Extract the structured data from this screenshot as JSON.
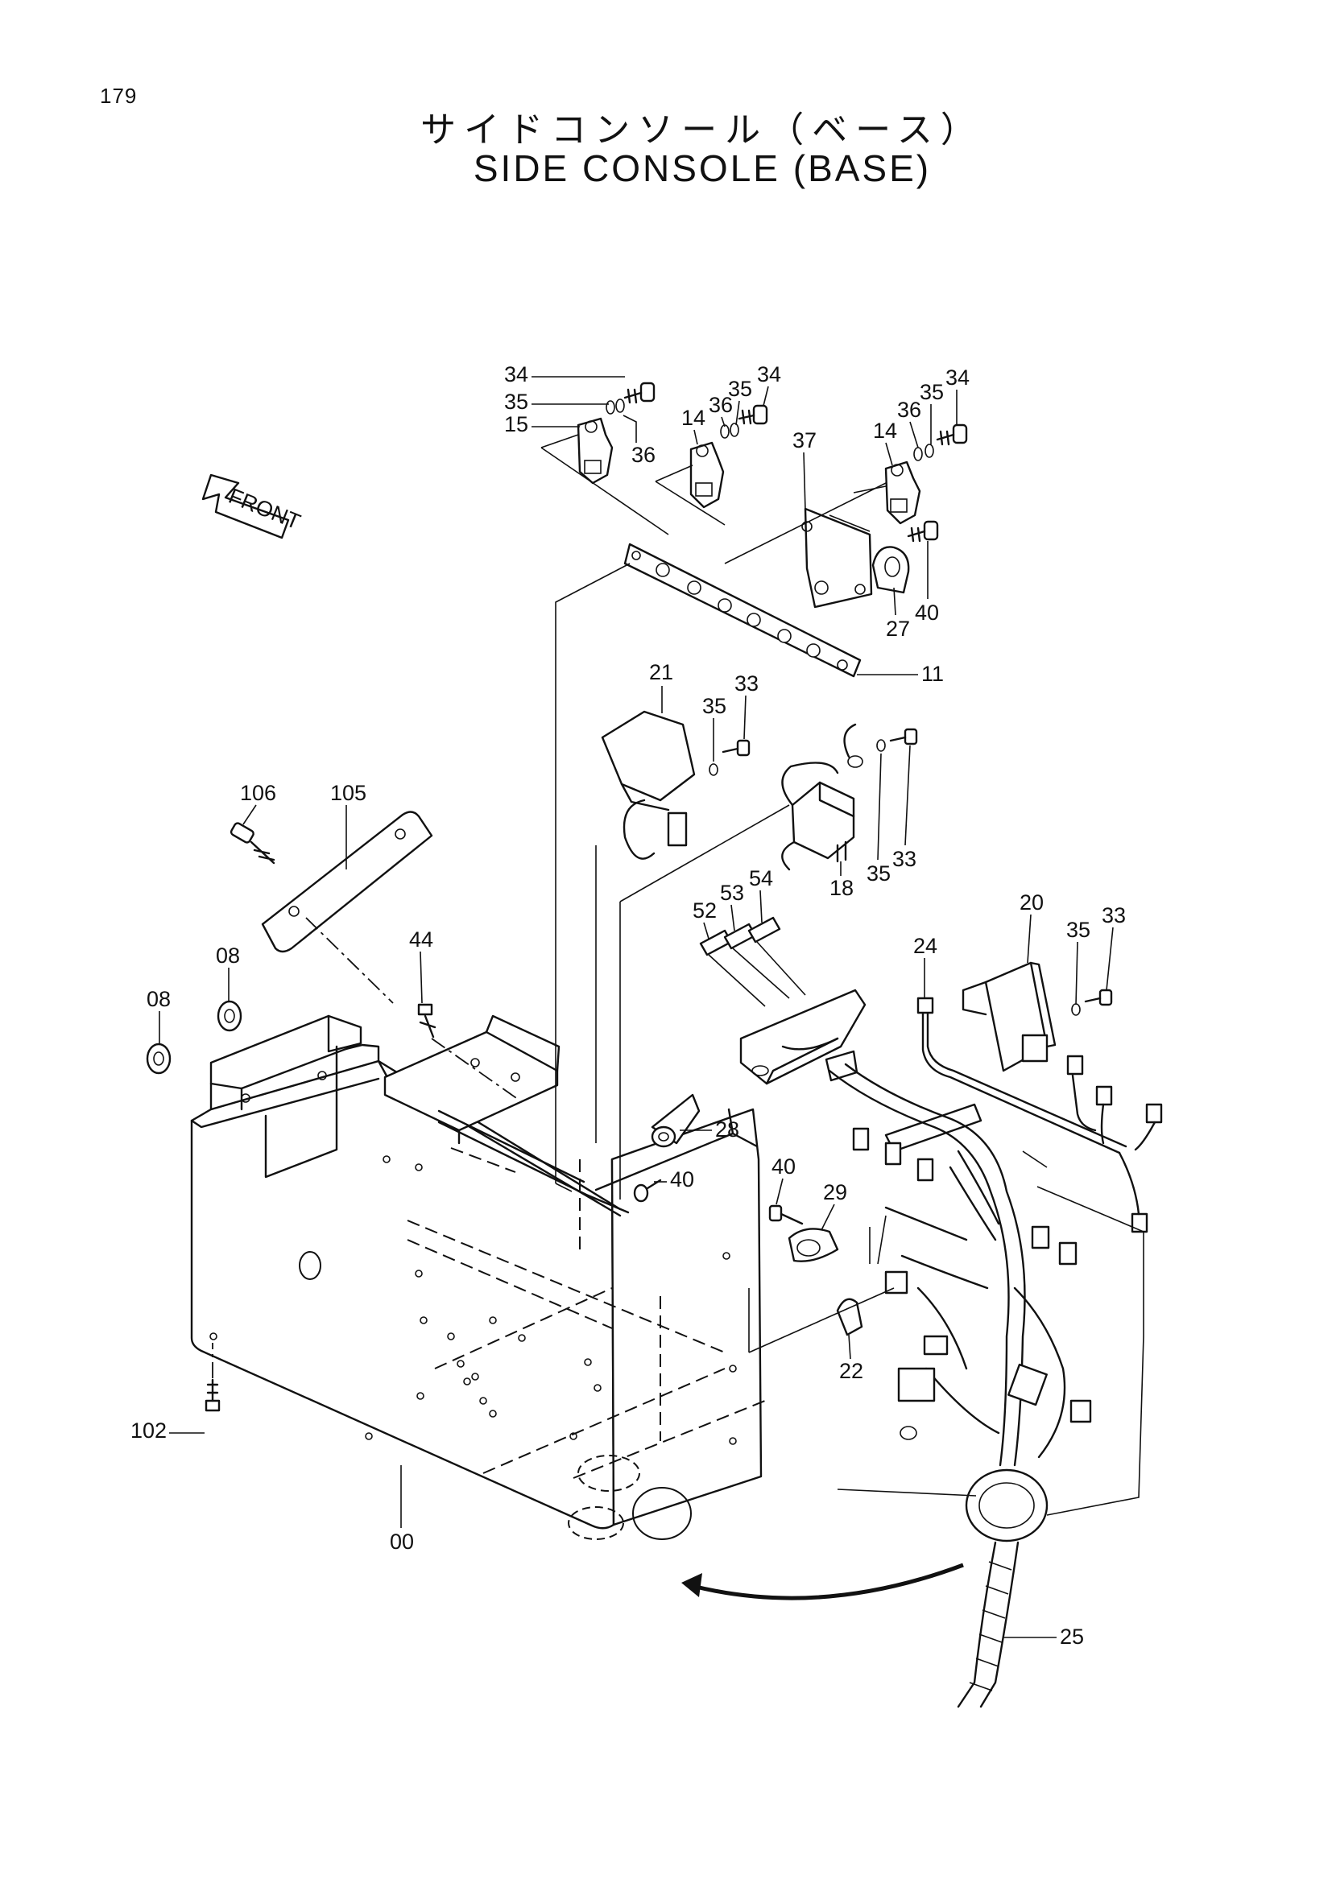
{
  "page_number": "179",
  "title_japanese": "サイドコンソール（ベース）",
  "title_english": "SIDE CONSOLE (BASE)",
  "front_indicator": "FRONT",
  "callouts": [
    {
      "id": "c34a",
      "text": "34"
    },
    {
      "id": "c35a",
      "text": "35"
    },
    {
      "id": "c15",
      "text": "15"
    },
    {
      "id": "c36a",
      "text": "36"
    },
    {
      "id": "c14a",
      "text": "14"
    },
    {
      "id": "c36b",
      "text": "36"
    },
    {
      "id": "c35b",
      "text": "35"
    },
    {
      "id": "c34b",
      "text": "34"
    },
    {
      "id": "c37",
      "text": "37"
    },
    {
      "id": "c14b",
      "text": "14"
    },
    {
      "id": "c36c",
      "text": "36"
    },
    {
      "id": "c35c",
      "text": "35"
    },
    {
      "id": "c34c",
      "text": "34"
    },
    {
      "id": "c40a",
      "text": "40"
    },
    {
      "id": "c27",
      "text": "27"
    },
    {
      "id": "c11",
      "text": "11"
    },
    {
      "id": "c21",
      "text": "21"
    },
    {
      "id": "c35d",
      "text": "35"
    },
    {
      "id": "c33a",
      "text": "33"
    },
    {
      "id": "c18",
      "text": "18"
    },
    {
      "id": "c35e",
      "text": "35"
    },
    {
      "id": "c33b",
      "text": "33"
    },
    {
      "id": "c106",
      "text": "106"
    },
    {
      "id": "c105",
      "text": "105"
    },
    {
      "id": "c52",
      "text": "52"
    },
    {
      "id": "c53",
      "text": "53"
    },
    {
      "id": "c54",
      "text": "54"
    },
    {
      "id": "c20",
      "text": "20"
    },
    {
      "id": "c35f",
      "text": "35"
    },
    {
      "id": "c33c",
      "text": "33"
    },
    {
      "id": "c24",
      "text": "24"
    },
    {
      "id": "c44",
      "text": "44"
    },
    {
      "id": "c08a",
      "text": "08"
    },
    {
      "id": "c08b",
      "text": "08"
    },
    {
      "id": "c28",
      "text": "28"
    },
    {
      "id": "c40b",
      "text": "40"
    },
    {
      "id": "c40c",
      "text": "40"
    },
    {
      "id": "c29",
      "text": "29"
    },
    {
      "id": "c22",
      "text": "22"
    },
    {
      "id": "c102",
      "text": "102"
    },
    {
      "id": "c00",
      "text": "00"
    },
    {
      "id": "c25",
      "text": "25"
    }
  ]
}
